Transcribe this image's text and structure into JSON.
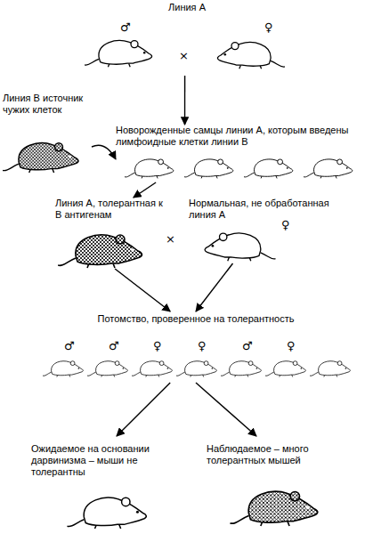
{
  "diagram": {
    "nodes": [
      {
        "text": [
          "Линия А"
        ]
      },
      {
        "text": [
          "Линия В источник чужих клеток"
        ]
      },
      {
        "text": [
          "Новорожденные самцы линии А, которым введены лимфоидные клетки линии В"
        ]
      },
      {
        "text": [
          "Линия А, толерантная к В антигенам"
        ]
      },
      {
        "text": [
          "Нормальная, не обработанная линия А"
        ]
      },
      {
        "text": [
          "Потомство, проверенное на толерантность"
        ]
      },
      {
        "text": [
          "Ожидаемое на основании дарвинизма – мыши не толерантны"
        ]
      },
      {
        "text": [
          "Наблюдаемое – много толерантных мышей"
        ]
      }
    ],
    "edges": [
      {
        "from": 0,
        "to": 2,
        "arrow": "to"
      },
      {
        "from": 1,
        "to": 2,
        "arrow": "to"
      },
      {
        "from": 2,
        "to": 3,
        "arrow": "to"
      },
      {
        "from": 3,
        "to": 5,
        "arrow": "to"
      },
      {
        "from": 4,
        "to": 5,
        "arrow": "to"
      },
      {
        "from": 5,
        "to": 6,
        "arrow": "to"
      },
      {
        "from": 5,
        "to": 7,
        "arrow": "to"
      }
    ],
    "labels": [
      "♂",
      "×",
      "♀",
      "×",
      "♀",
      "♂",
      "♂",
      "♀",
      "♀",
      "♂",
      "♀"
    ]
  }
}
